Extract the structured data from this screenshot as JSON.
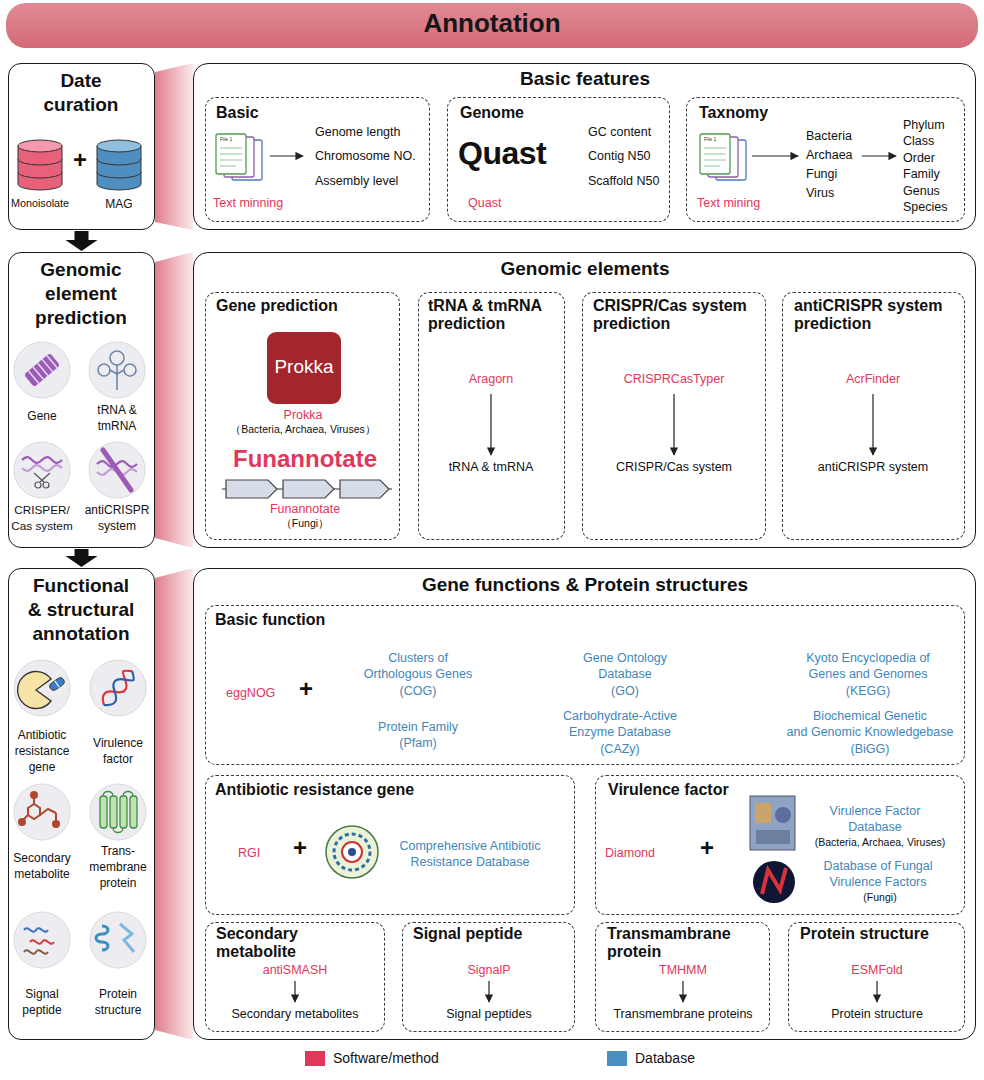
{
  "diagram": {
    "title": "Annotation",
    "nodes": [
      {
        "text": [
          "Date curation",
          "+",
          "Monoisolate",
          "MAG"
        ]
      },
      {
        "text": [
          "Genomic element prediction",
          "Gene",
          "tRNA & tmRNA",
          "CRISPER/ Cas system",
          "antiCRISPR system"
        ]
      },
      {
        "text": [
          "Functional & structural annotation",
          "Antibiotic resistance gene",
          "Virulence factor",
          "Secondary metabolite",
          "Trans- membrane protein",
          "Signal peptide",
          "Protein structure"
        ]
      },
      {
        "text": [
          "Basic features"
        ]
      },
      {
        "text": [
          "Basic",
          "File 1",
          "Text minning",
          "Genome length",
          "Chromosome NO.",
          "Assembly level"
        ],
        "in": 3
      },
      {
        "text": [
          "Genome",
          "Quast",
          "Quast",
          "GC content",
          "Contig N50",
          "Scaffold N50"
        ],
        "in": 3
      },
      {
        "text": [
          "Taxnomy",
          "File 1",
          "Text mining",
          "Bacteria",
          "Archaea",
          "Fungi",
          "Virus",
          "Phylum",
          "Class",
          "Order",
          "Family",
          "Genus",
          "Species"
        ],
        "in": 3
      },
      {
        "text": [
          "Genomic elements"
        ]
      },
      {
        "text": [
          "Gene prediction",
          "Prokka",
          "（Bacteria, Archaea, Viruses）",
          "Funannotate",
          "Funannotate",
          "（Fungi）"
        ],
        "in": 7
      },
      {
        "text": [
          "Prokka"
        ],
        "in": 8
      },
      {
        "text": [
          "tRNA & tmRNA prediction",
          "Aragorn",
          "tRNA & tmRNA"
        ],
        "in": 7
      },
      {
        "text": [
          "CRISPR/Cas system prediction",
          "CRISPRCasTyper",
          "CRISPR/Cas system"
        ],
        "in": 7
      },
      {
        "text": [
          "antiCRISPR system prediction",
          "AcrFinder",
          "antiCRISPR system"
        ],
        "in": 7
      },
      {
        "text": [
          "Gene functions & Protein structures"
        ]
      },
      {
        "text": [
          "Basic function",
          "eggNOG",
          "+",
          "Clusters of Orthologous Genes (COG)",
          "Gene Ontology Database (GO)",
          "Kyoto Encyclopedia of Genes and Genomes (KEGG)",
          "Protein Family (Pfam)",
          "Carbohydrate-Active Enzyme Database (CAZy)",
          "Biochemical Genetic and Genomic Knowledgebase (BiGG)"
        ],
        "in": 13
      },
      {
        "text": [
          "Antibiotic resistance gene",
          "RGI",
          "+",
          "Comprehensive Antibiotic Resistance Database"
        ],
        "in": 13
      },
      {
        "text": [
          "Virulence factor",
          "Diamond",
          "+",
          "Virulence Factor Database",
          "(Bacteria, Archaea, Viruses)",
          "Database of Fungal Virulence Factors",
          "(Fungi)"
        ],
        "in": 13
      },
      {
        "text": [
          "Secondary metabolite",
          "antiSMASH",
          "Secondary metabolites"
        ],
        "in": 13
      },
      {
        "text": [
          "Signal peptide",
          "SignalP",
          "Signal peptides"
        ],
        "in": 13
      },
      {
        "text": [
          "Transmambrane protein",
          "TMHMM",
          "Transmembrane proteins"
        ],
        "in": 13
      },
      {
        "text": [
          "Protein structure",
          "ESMFold",
          "Protein structure"
        ],
        "in": 13
      }
    ],
    "edges": [
      {
        "from": 0,
        "to": 1,
        "arrow": "to"
      },
      {
        "from": 1,
        "to": 2,
        "arrow": "to"
      }
    ],
    "legend": [
      {
        "text": "Software/method",
        "color": "#e2365b"
      },
      {
        "text": "Database",
        "color": "#4a8fbd"
      }
    ]
  }
}
